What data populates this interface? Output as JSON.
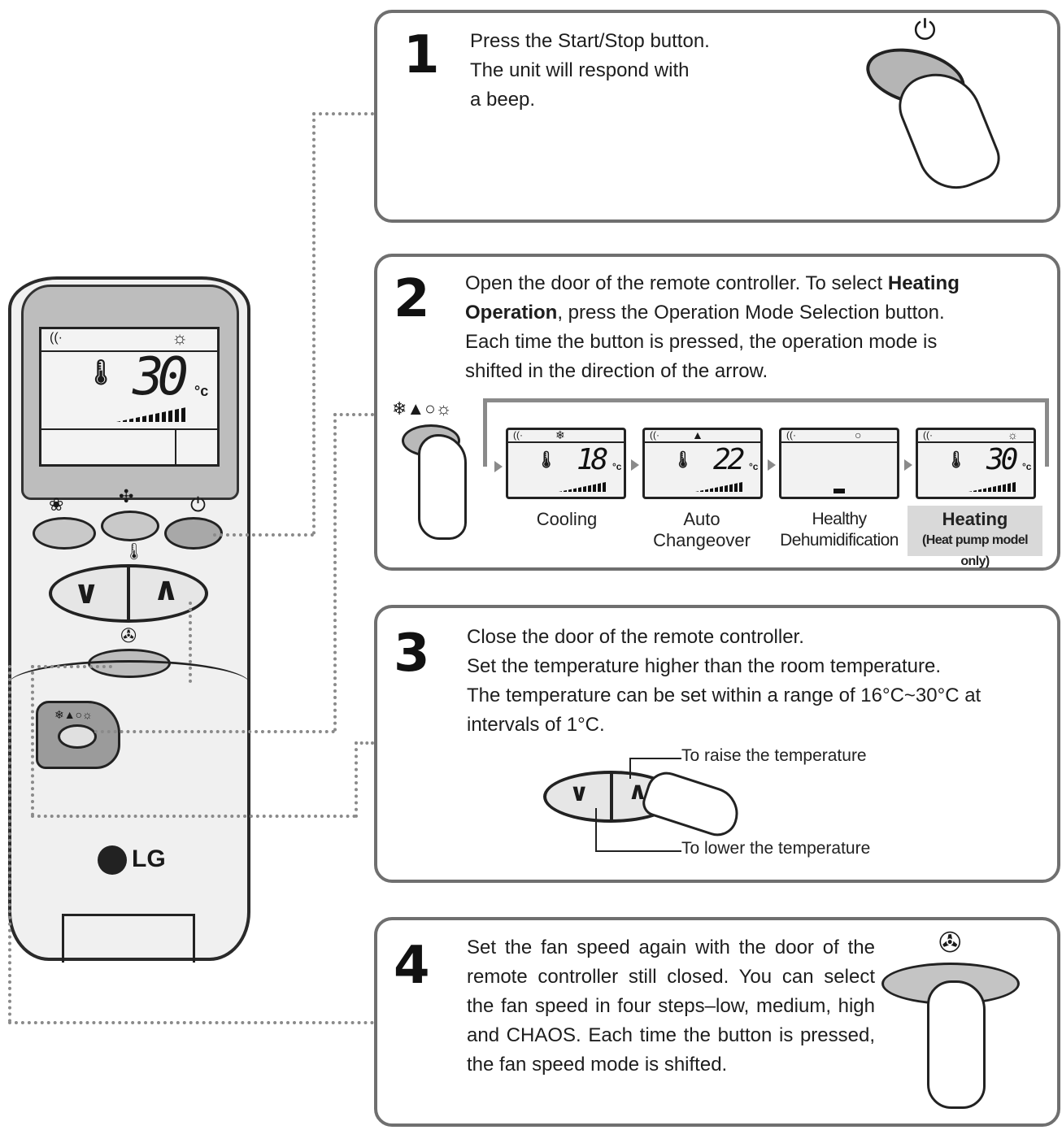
{
  "remote": {
    "display_temp": "30",
    "display_unit": "°c",
    "brand": "LG"
  },
  "step1": {
    "number": "1",
    "lines": [
      "Press the Start/Stop button.",
      "The unit will respond with",
      "a beep."
    ]
  },
  "step2": {
    "number": "2",
    "line1_a": "Open the door of the remote controller. To select ",
    "line1_b": "Heating",
    "line2_a": "Operation",
    "line2_b": ", press the Operation Mode Selection button.",
    "line3": "Each time the button is pressed, the operation mode is",
    "line4": "shifted in the direction of the arrow.",
    "modes": [
      {
        "temp": "18",
        "unit": "°c",
        "caption1": "Cooling",
        "caption2": ""
      },
      {
        "temp": "22",
        "unit": "°c",
        "caption1": "Auto",
        "caption2": "Changeover"
      },
      {
        "temp": "",
        "unit": "",
        "caption1": "Healthy",
        "caption2": "Dehumidification"
      },
      {
        "temp": "30",
        "unit": "°c",
        "caption1": "Heating",
        "caption2": "(Heat pump model only)"
      }
    ]
  },
  "step3": {
    "number": "3",
    "lines": [
      "Close the door of the remote controller.",
      "Set the temperature higher than the room temperature.",
      "The temperature can be set within a range of 16°C~30°C at",
      "intervals of 1°C."
    ],
    "raise_label": "To raise the temperature",
    "lower_label": "To lower the temperature"
  },
  "step4": {
    "number": "4",
    "text": "Set the fan speed again with the door of the remote controller still closed. You can select the fan speed in four steps–low, medium, high and CHAOS. Each time the button is pressed, the fan speed mode is shifted."
  },
  "colors": {
    "panel_border": "#6f6f6f",
    "dotted_line": "#8a8a8a",
    "heating_highlight": "#d9d9d9",
    "lcd": "#f2f2f2"
  }
}
